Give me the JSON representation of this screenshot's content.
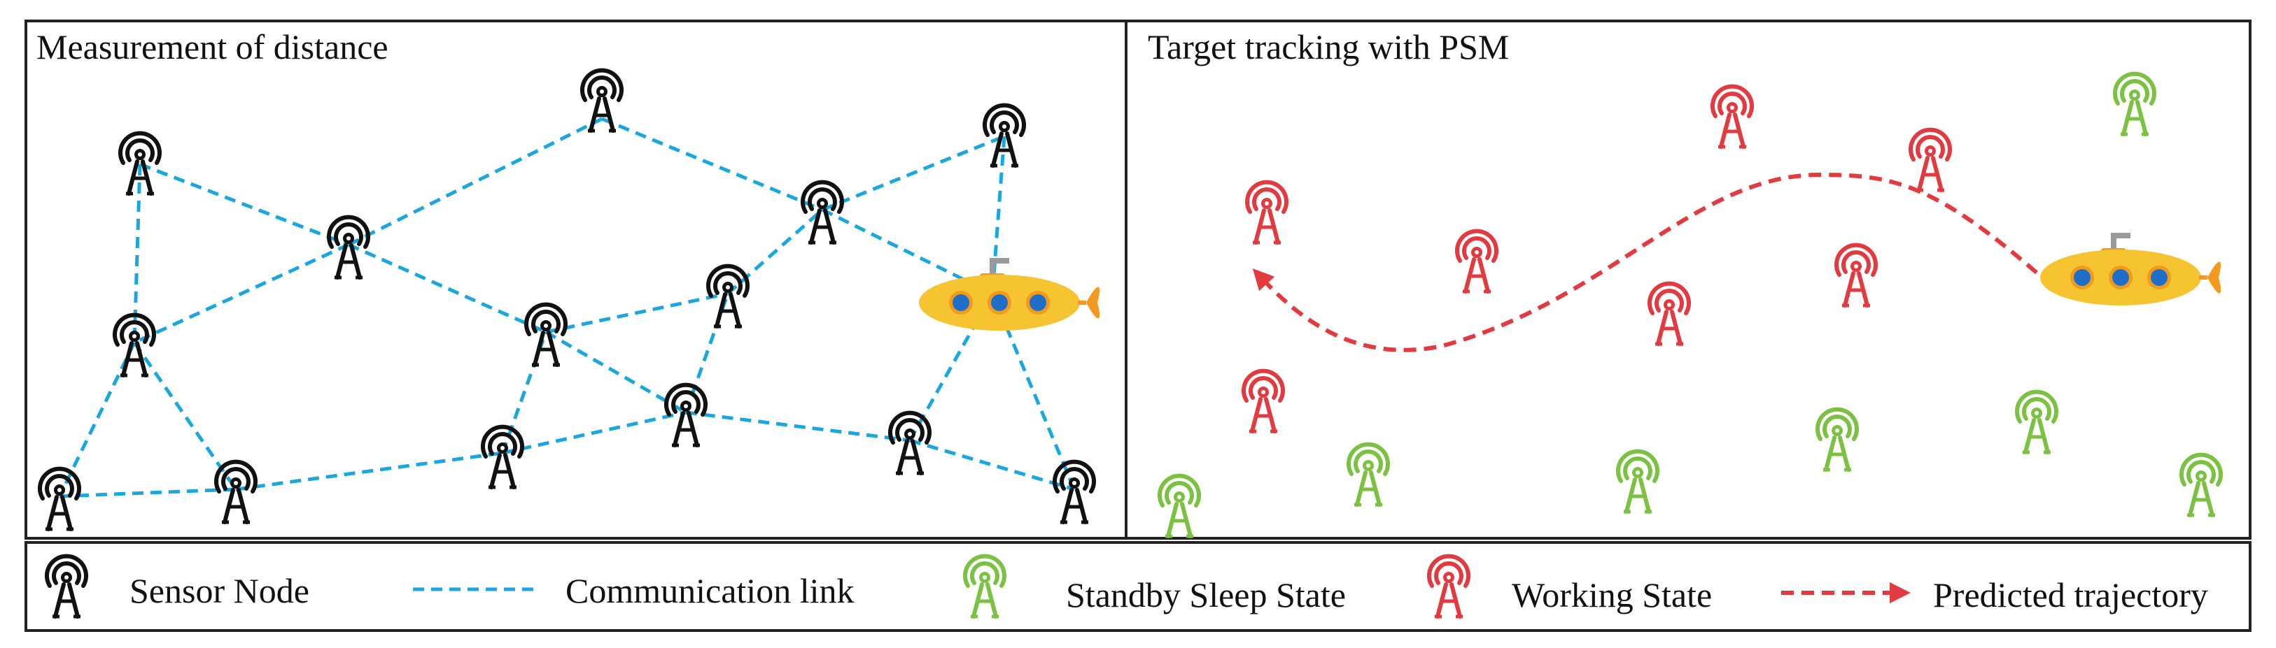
{
  "panels": {
    "left_title": "Measurement of distance",
    "right_title": "Target tracking with PSM"
  },
  "legend": {
    "sensor_node": "Sensor Node",
    "communication_link": "Communication link",
    "standby": "Standby Sleep State",
    "working": "Working State",
    "trajectory": "Predicted trajectory"
  },
  "colors": {
    "border": "#222222",
    "sensor_black": "#111111",
    "link_blue": "#1aa7e0",
    "standby_green": "#7cc242",
    "working_red": "#e23a3f",
    "trajectory_red": "#e23a3f",
    "submarine_yellow": "#f6c431",
    "submarine_porthole": "#1f6fc9",
    "submarine_orange": "#f39a1e",
    "periscope_gray": "#9a9a9a"
  },
  "icons": {
    "sensor": "radio-tower-icon",
    "submarine": "submarine-icon",
    "arrow": "arrowhead-icon"
  }
}
